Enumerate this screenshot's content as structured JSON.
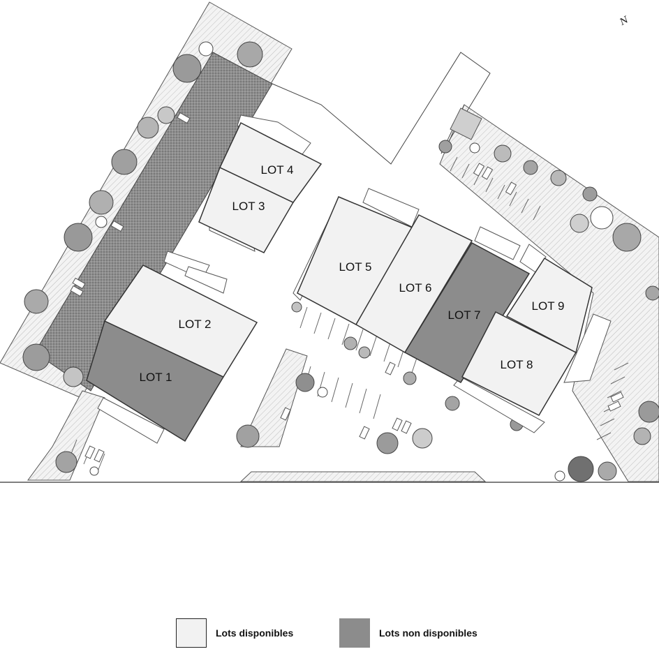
{
  "map": {
    "north_label": "N",
    "lots": [
      {
        "label": "LOT 1",
        "available": false
      },
      {
        "label": "LOT 2",
        "available": true
      },
      {
        "label": "LOT 3",
        "available": true
      },
      {
        "label": "LOT 4",
        "available": true
      },
      {
        "label": "LOT 5",
        "available": true
      },
      {
        "label": "LOT 6",
        "available": true
      },
      {
        "label": "LOT 7",
        "available": false
      },
      {
        "label": "LOT 8",
        "available": true
      },
      {
        "label": "LOT 9",
        "available": true
      }
    ]
  },
  "legend": {
    "items": [
      {
        "label": "Lots disponibles",
        "color": "#f2f2f2"
      },
      {
        "label": "Lots non disponibles",
        "color": "#8c8c8c"
      }
    ]
  },
  "colors": {
    "available": "#f2f2f2",
    "unavailable": "#8c8c8c",
    "outline": "#333333",
    "landscape": "#e4e4e4"
  }
}
